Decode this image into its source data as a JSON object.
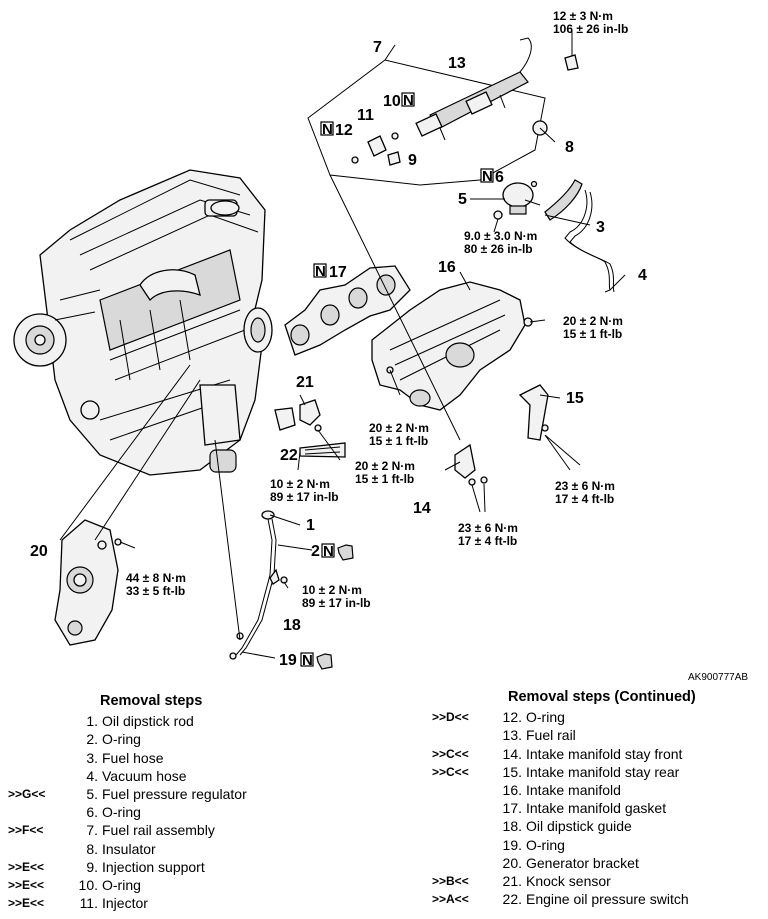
{
  "figure_code": "AK900777AB",
  "callouts": {
    "c1": "1",
    "c2": "2",
    "c3": "3",
    "c4": "4",
    "c5": "5",
    "c6": "6",
    "c7": "7",
    "c8": "8",
    "c9": "9",
    "c10": "10",
    "c11": "11",
    "c12": "12",
    "c13": "13",
    "c14": "14",
    "c15": "15",
    "c16": "16",
    "c17": "17",
    "c18": "18",
    "c19": "19",
    "c20": "20",
    "c21": "21",
    "c22": "22"
  },
  "new_part_mark": "N",
  "torques": {
    "t_top_1": "12 ± 3 N·m",
    "t_top_2": "106 ± 26 in-lb",
    "t_reg_1": "9.0 ± 3.0 N·m",
    "t_reg_2": "80 ± 26 in-lb",
    "t_man_r1": "20 ± 2 N·m",
    "t_man_r2": "15 ± 1 ft-lb",
    "t_man_l1": "20 ± 2 N·m",
    "t_man_l2": "15 ± 1 ft-lb",
    "t_knock1": "20 ± 2 N·m",
    "t_knock2": "15 ± 1 ft-lb",
    "t_oil1": "10 ± 2 N·m",
    "t_oil2": "89 ± 17 in-lb",
    "t_rear1": "23 ± 6 N·m",
    "t_rear2": "17 ± 4 ft-lb",
    "t_front1": "23 ± 6 N·m",
    "t_front2": "17 ± 4 ft-lb",
    "t_gen1": "44 ± 8 N·m",
    "t_gen2": "33 ± 5 ft-lb",
    "t_guide1": "10 ± 2 N·m",
    "t_guide2": "89 ± 17 in-lb"
  },
  "left_steps": {
    "title": "Removal steps",
    "items": [
      {
        "mark": "",
        "no": "1.",
        "text": "Oil dipstick rod"
      },
      {
        "mark": "",
        "no": "2.",
        "text": "O-ring"
      },
      {
        "mark": "",
        "no": "3.",
        "text": "Fuel hose"
      },
      {
        "mark": "",
        "no": "4.",
        "text": "Vacuum hose"
      },
      {
        "mark": ">>G<<",
        "no": "5.",
        "text": "Fuel pressure regulator"
      },
      {
        "mark": "",
        "no": "6.",
        "text": "O-ring"
      },
      {
        "mark": ">>F<<",
        "no": "7.",
        "text": "Fuel rail assembly"
      },
      {
        "mark": "",
        "no": "8.",
        "text": "Insulator"
      },
      {
        "mark": ">>E<<",
        "no": "9.",
        "text": "Injection support"
      },
      {
        "mark": ">>E<<",
        "no": "10.",
        "text": "O-ring"
      },
      {
        "mark": ">>E<<",
        "no": "11.",
        "text": "Injector"
      }
    ]
  },
  "right_steps": {
    "title": "Removal steps (Continued)",
    "items": [
      {
        "mark": ">>D<<",
        "no": "12.",
        "text": "O-ring"
      },
      {
        "mark": "",
        "no": "13.",
        "text": "Fuel rail"
      },
      {
        "mark": ">>C<<",
        "no": "14.",
        "text": "Intake manifold stay front"
      },
      {
        "mark": ">>C<<",
        "no": "15.",
        "text": "Intake manifold stay rear"
      },
      {
        "mark": "",
        "no": "16.",
        "text": "Intake manifold"
      },
      {
        "mark": "",
        "no": "17.",
        "text": "Intake manifold gasket"
      },
      {
        "mark": "",
        "no": "18.",
        "text": "Oil dipstick guide"
      },
      {
        "mark": "",
        "no": "19.",
        "text": "O-ring"
      },
      {
        "mark": "",
        "no": "20.",
        "text": "Generator bracket"
      },
      {
        "mark": ">>B<<",
        "no": "21.",
        "text": "Knock sensor"
      },
      {
        "mark": ">>A<<",
        "no": "22.",
        "text": "Engine oil pressure switch"
      }
    ]
  }
}
